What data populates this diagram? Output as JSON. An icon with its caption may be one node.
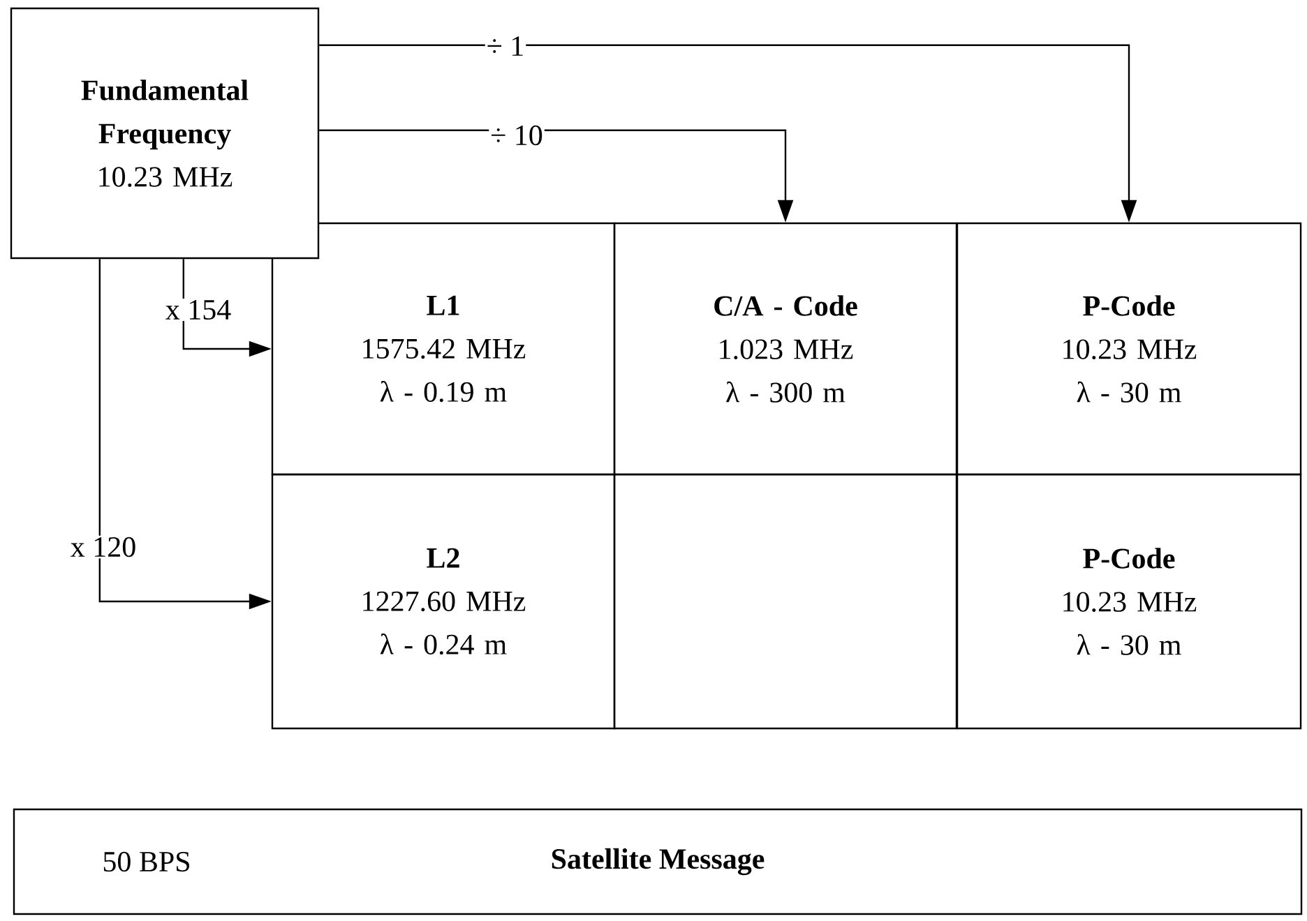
{
  "diagram": {
    "nodes": [
      {
        "text": [
          "Fundamental Frequency",
          "10.23 MHz"
        ]
      },
      {
        "text": [
          "L1",
          "1575.42 MHz",
          "λ - 0.19 m"
        ]
      },
      {
        "text": [
          "C/A - Code",
          "1.023 MHz",
          "λ - 300 m"
        ]
      },
      {
        "text": [
          "P-Code",
          "10.23 MHz",
          "λ - 30 m"
        ]
      },
      {
        "text": [
          "L2",
          "1227.60 MHz",
          "λ - 0.24 m"
        ]
      },
      {
        "text": [],
        "shape": "box"
      },
      {
        "text": [
          "P-Code",
          "10.23 MHz",
          "λ - 30 m"
        ]
      },
      {
        "text": [
          "50 BPS",
          "Satellite Message"
        ]
      }
    ],
    "edges": [
      {
        "from": 0,
        "to": 3,
        "arrow": "to",
        "label": "÷ 1"
      },
      {
        "from": 0,
        "to": 2,
        "arrow": "to",
        "label": "÷ 10"
      },
      {
        "from": 0,
        "to": 1,
        "arrow": "to",
        "label": "x 154"
      },
      {
        "from": 0,
        "to": 4,
        "arrow": "to",
        "label": "x 120"
      }
    ]
  }
}
